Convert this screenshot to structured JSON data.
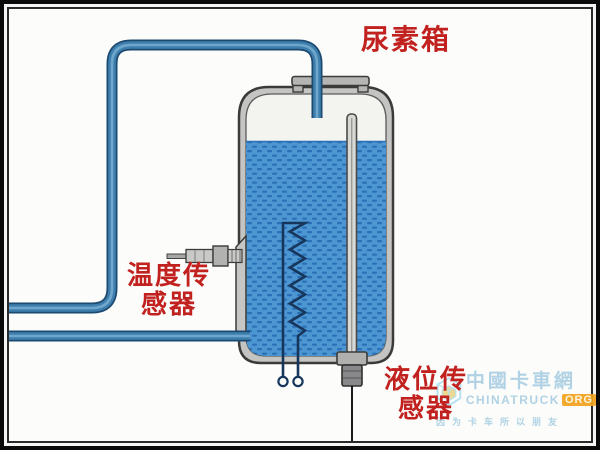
{
  "labels": {
    "urea_tank": "尿素箱",
    "temp_sensor": "温度传\n感器",
    "level_sensor": "液位传\n感器"
  },
  "watermark": {
    "site_name_cn": "中國卡車網",
    "site_name_en": "CHINATRUCK",
    "site_tld": "ORG",
    "slogan": "因为卡车所以朋友"
  },
  "colors": {
    "label_red": "#c2221f",
    "pipe_blue": "#3f7fae",
    "pipe_edge": "#1d4a70",
    "pipe_core": "#6ea6cc",
    "liquid_blue": "#4c96d2",
    "liquid_dash_blue": "#2b6fb6",
    "coil_navy": "#16365c",
    "tank_wall_gray": "#c4c4c2",
    "tank_outline": "#3b3b3b",
    "watermark_blue": "#aacfe3",
    "watermark_orange": "#f2a31d"
  }
}
